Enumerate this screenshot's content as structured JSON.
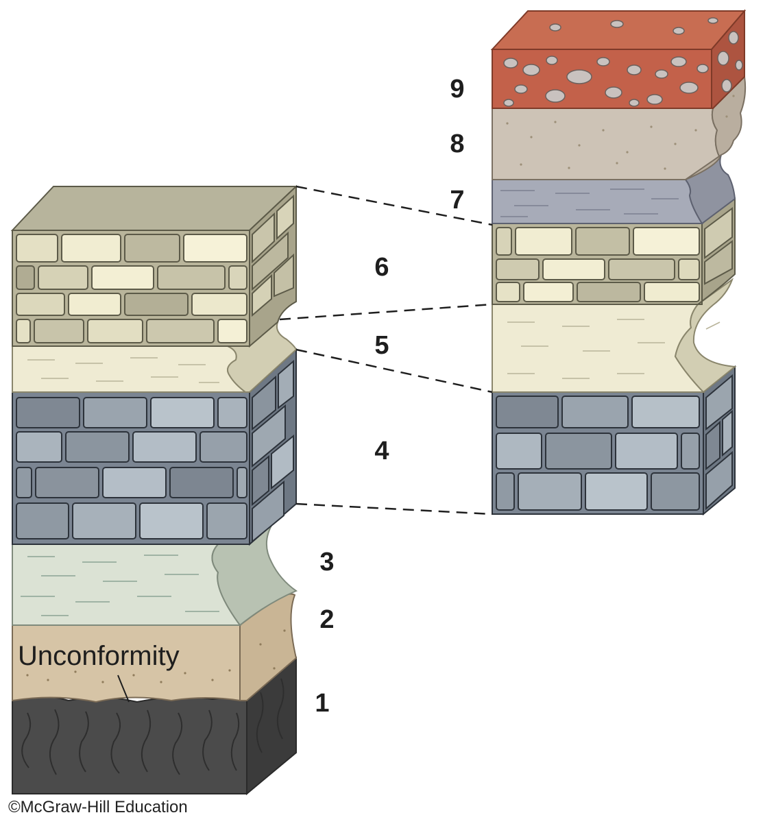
{
  "layer_numbers": [
    "1",
    "2",
    "3",
    "4",
    "5",
    "6",
    "7",
    "8",
    "9"
  ],
  "unconformity_label": "Unconformity",
  "credit": "©McGraw-Hill Education",
  "colors": {
    "conglomerate": "#c86a4c",
    "sandstone_upper": "#cdc3b5",
    "shale_gray": "#a4a8b4",
    "limestone_tan": "#d4d0b4",
    "siltstone_cream": "#efebd2",
    "limestone_gray": "#8f98a3",
    "shale_green": "#d9e0d2",
    "sandstone_lower": "#d4c1a2",
    "basement": "#4a4a4a"
  }
}
